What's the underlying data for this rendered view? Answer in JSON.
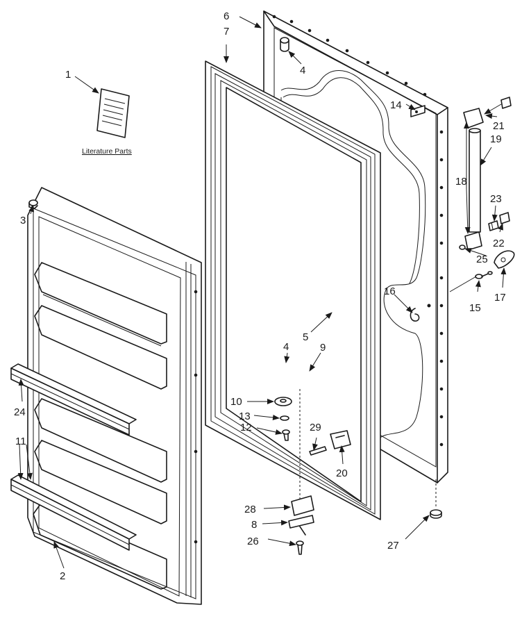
{
  "diagram": {
    "caption": "Literature Parts",
    "callouts": [
      "1",
      "2",
      "3",
      "4",
      "4",
      "5",
      "6",
      "7",
      "8",
      "9",
      "10",
      "11",
      "12",
      "13",
      "14",
      "15",
      "16",
      "17",
      "18",
      "19",
      "20",
      "21",
      "22",
      "23",
      "24",
      "25",
      "26",
      "27",
      "28",
      "29"
    ]
  }
}
